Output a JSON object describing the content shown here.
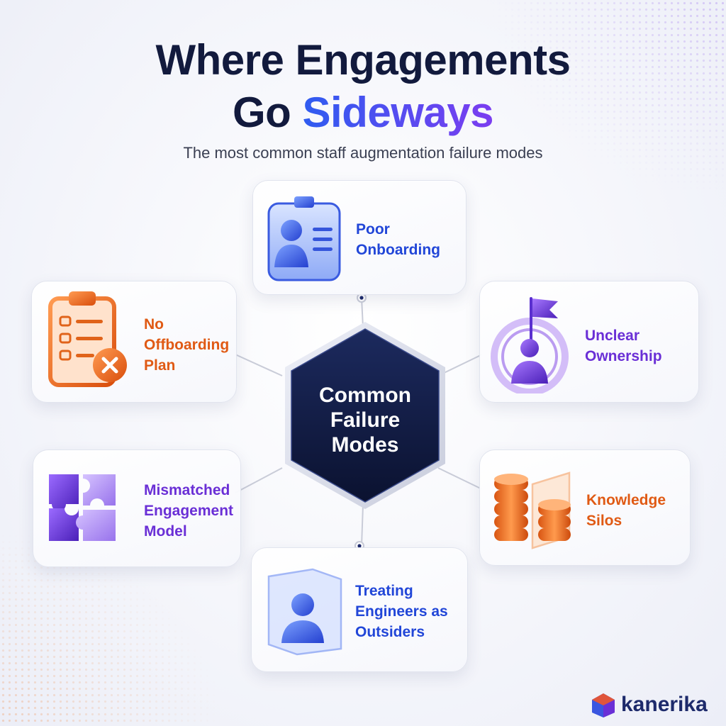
{
  "header": {
    "title_line1": "Where Engagements",
    "title_line2_plain": "Go ",
    "title_line2_accent": "Sideways",
    "subtitle": "The most common staff augmentation failure modes"
  },
  "center": {
    "label": "Common\nFailure\nModes"
  },
  "nodes": [
    {
      "label": "Poor\nOnboarding",
      "icon": "id-badge-icon",
      "color": "#2146d8"
    },
    {
      "label": "Unclear\nOwnership",
      "icon": "flag-person-icon",
      "color": "#6a2fd6"
    },
    {
      "label": "Knowledge\nSilos",
      "icon": "database-stack-icon",
      "color": "#e05a14"
    },
    {
      "label": "Treating\nEngineers as\nOutsiders",
      "icon": "person-shield-icon",
      "color": "#2146d8"
    },
    {
      "label": "Mismatched\nEngagement\nModel",
      "icon": "puzzle-icon",
      "color": "#6a2fd6"
    },
    {
      "label": "No\nOffboarding\nPlan",
      "icon": "clipboard-x-icon",
      "color": "#e05a14"
    }
  ],
  "brand": {
    "name": "kanerika",
    "colors": [
      "#2f5cf0",
      "#e0553b",
      "#6a2fd6"
    ]
  },
  "colors": {
    "navy": "#111a3f",
    "blue": "#2f5cf0",
    "purple": "#7b3df0",
    "orange": "#e8701e"
  }
}
